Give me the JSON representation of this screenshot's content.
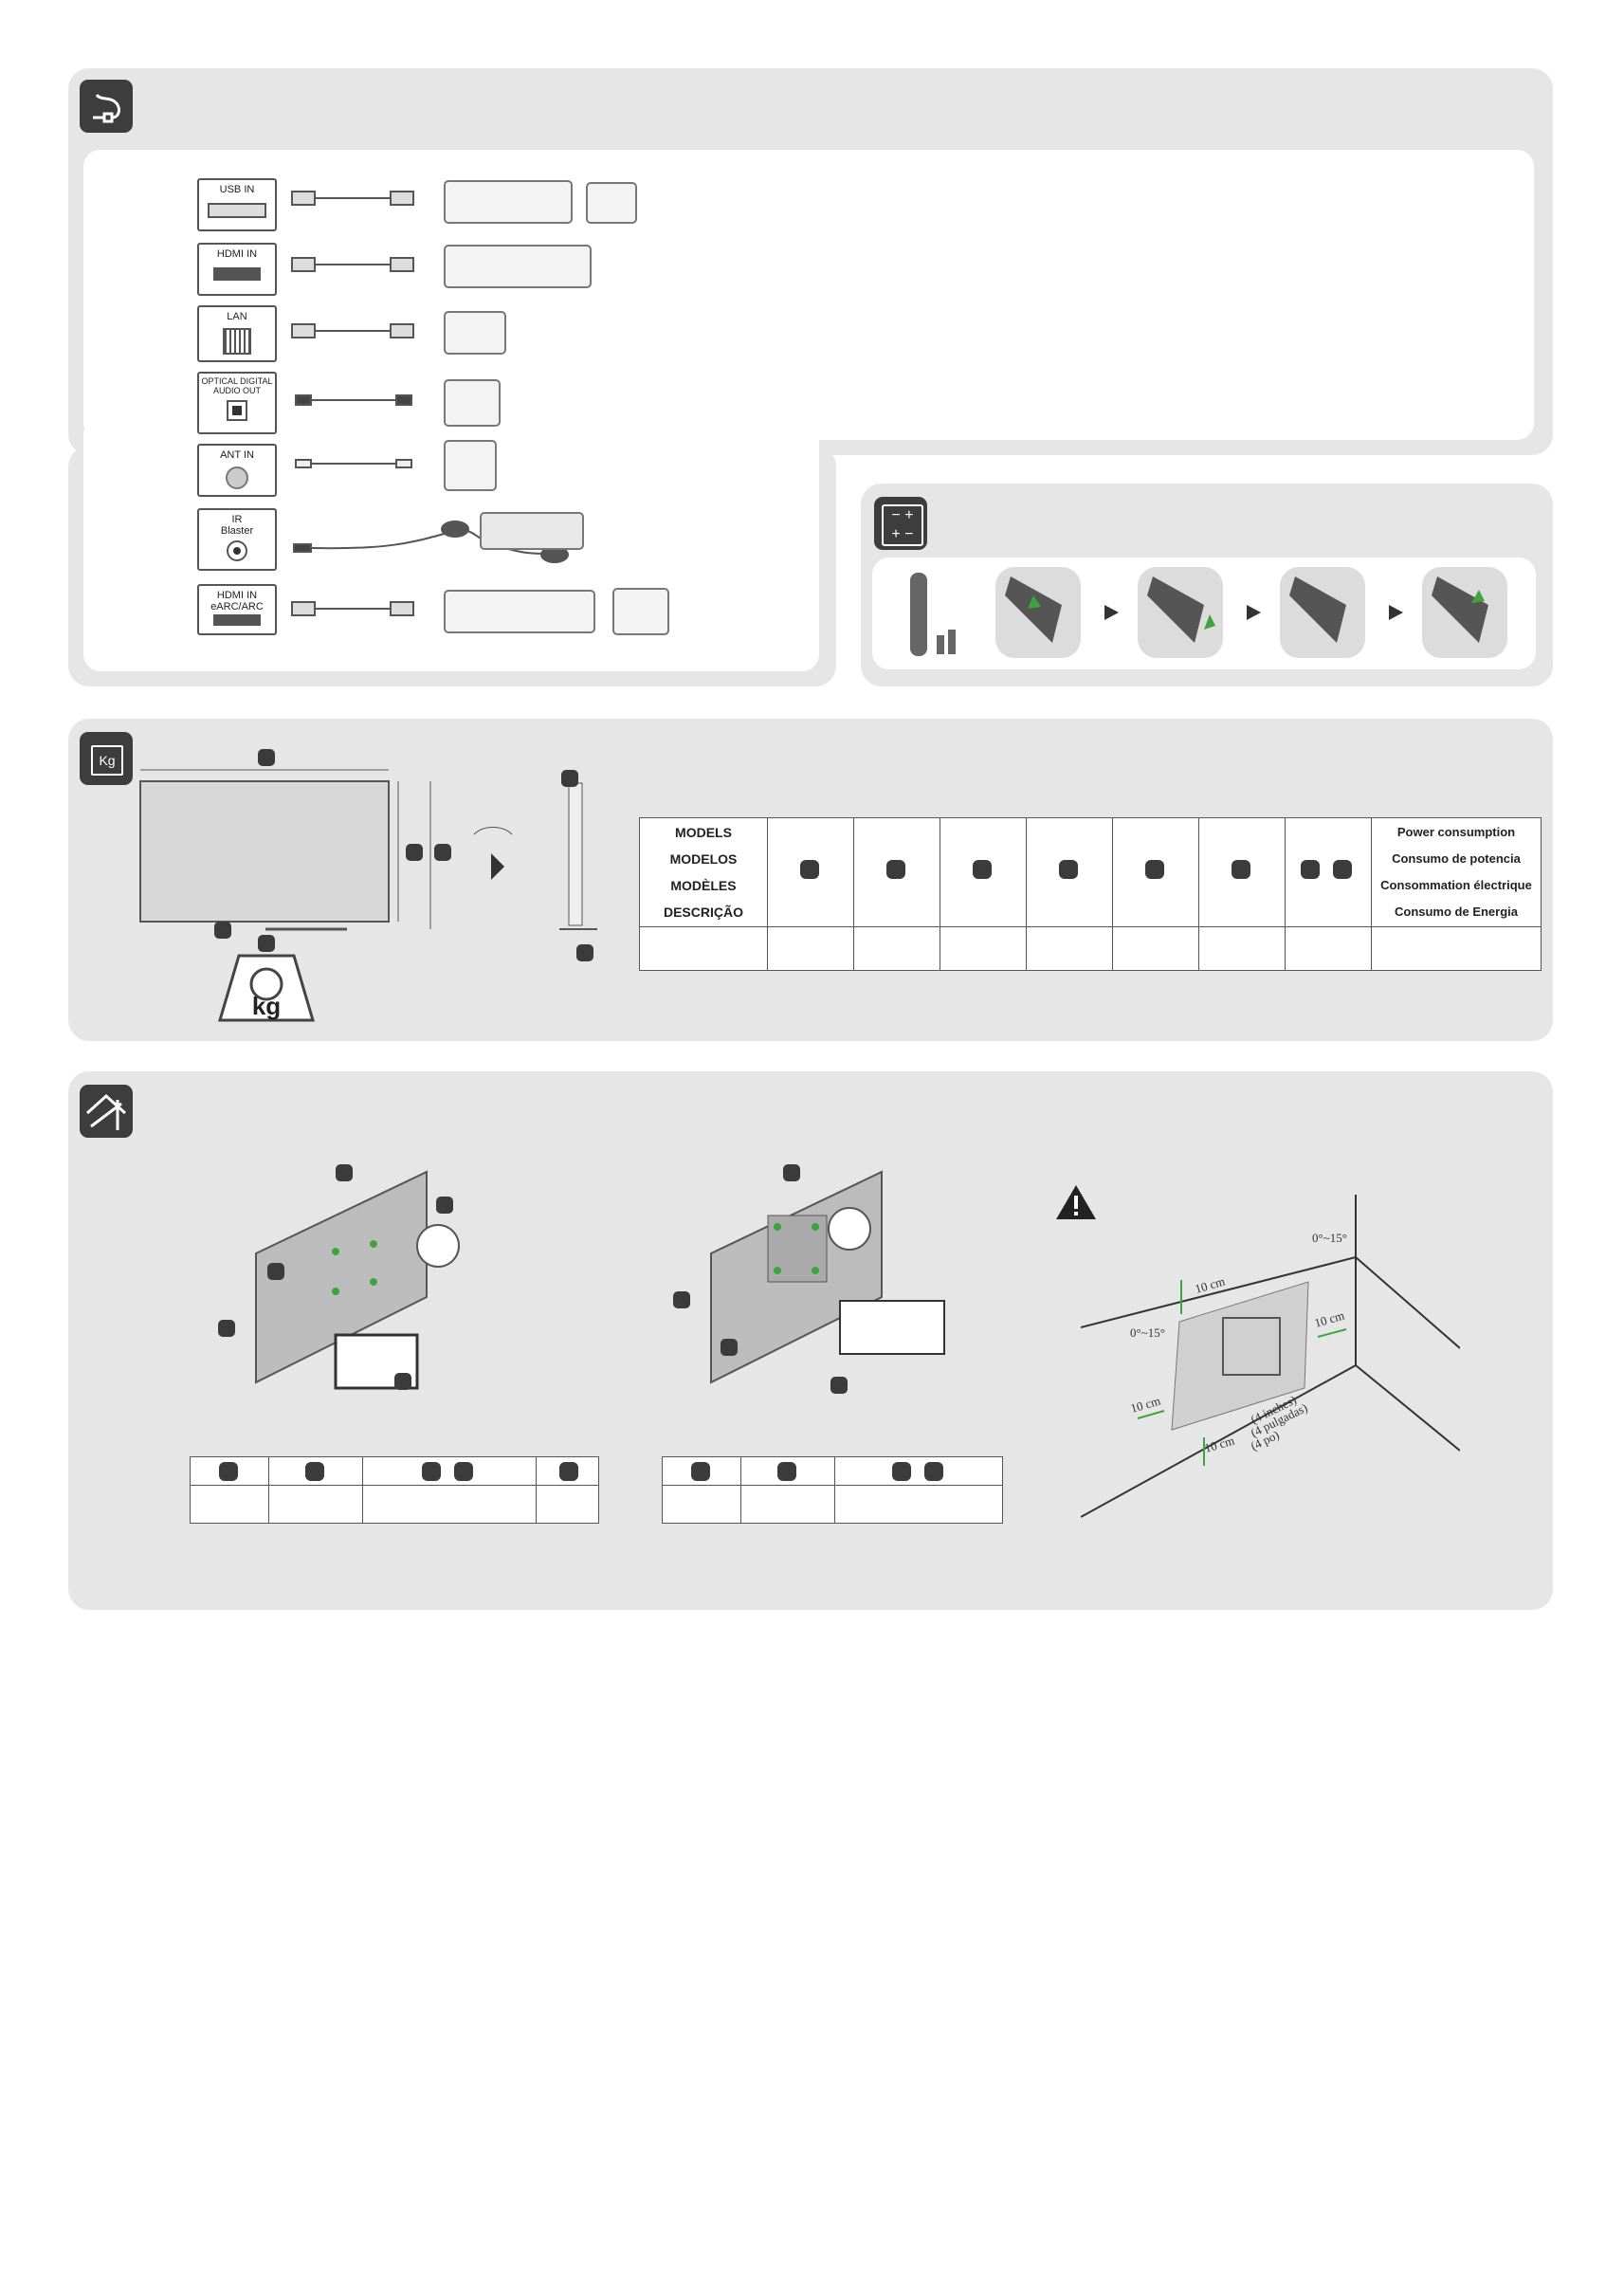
{
  "ports": [
    {
      "label": "USB IN"
    },
    {
      "label": "HDMI IN"
    },
    {
      "label": "LAN"
    },
    {
      "label": "OPTICAL DIGITAL AUDIO OUT"
    },
    {
      "label": "ANT IN"
    },
    {
      "label": "IR Blaster"
    },
    {
      "label": "HDMI IN eARC/ARC"
    }
  ],
  "remote": {
    "minus": "−",
    "plus": "+"
  },
  "spec_table": {
    "models": [
      "MODELS",
      "MODELOS",
      "MODÈLES",
      "DESCRIÇÃO"
    ],
    "power": [
      "Power consumption",
      "Consumo de potencia",
      "Consommation électrique",
      "Consumo de Energia"
    ]
  },
  "weight_icon": {
    "kg": "kg",
    "kg_small": "Kg"
  },
  "wall": {
    "angle_top": "0°~15°",
    "angle_left": "0°~15°",
    "clear_top": "10 cm",
    "clear_right": "10 cm",
    "clear_left": "10 cm",
    "clear_bottom": "10 cm",
    "inches": "(4 inches)",
    "pulgadas": "(4 pulgadas)",
    "po": "(4 po)"
  },
  "colors": {
    "panel": "#e6e6e6",
    "dark": "#3d3d3d",
    "accent": "#3fa33f",
    "warn": "#222222"
  }
}
